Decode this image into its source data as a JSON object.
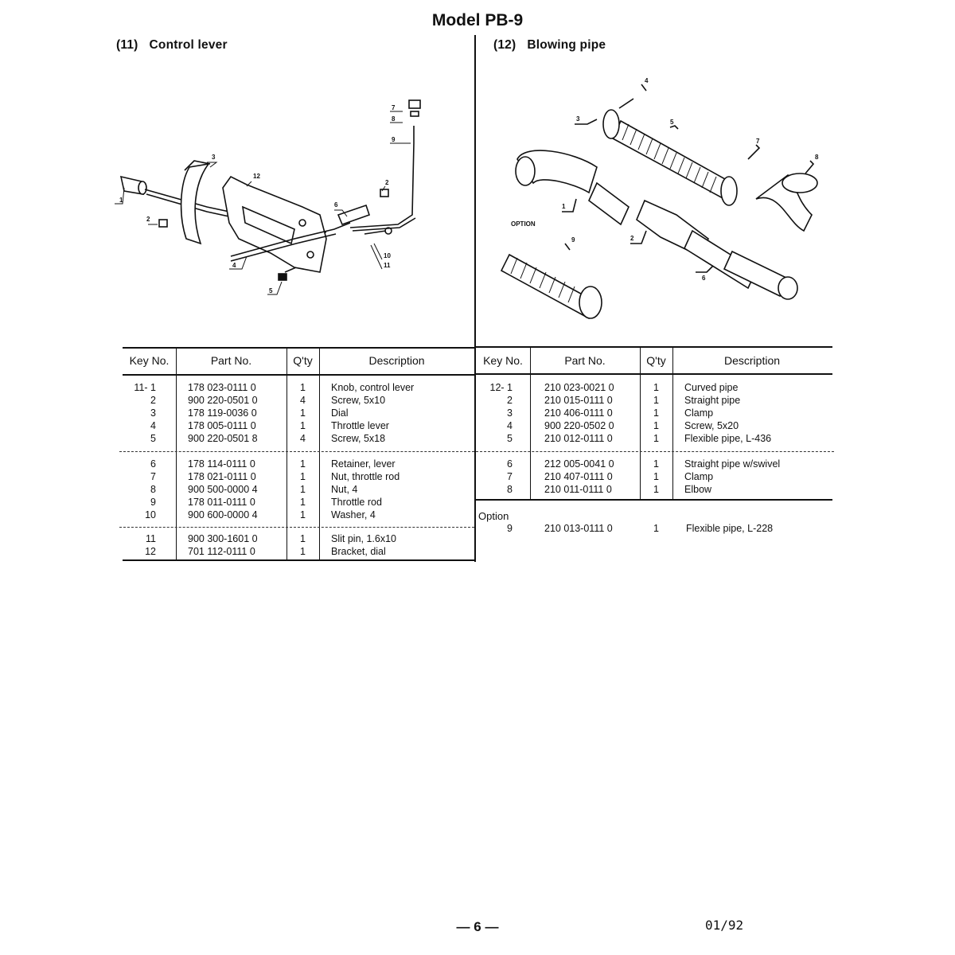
{
  "page": {
    "title": "Model PB-9",
    "page_number": "— 6 —",
    "date": "01/92"
  },
  "left": {
    "section_number": "(11)",
    "section_title": "Control lever",
    "callouts": [
      "1",
      "2",
      "3",
      "4",
      "5",
      "6",
      "7",
      "8",
      "9",
      "10",
      "11",
      "12"
    ],
    "headers": {
      "key": "Key No.",
      "part": "Part No.",
      "qty": "Q'ty",
      "desc": "Description"
    },
    "groups": [
      {
        "rows": [
          {
            "key": "11-  1",
            "part": "178 023-0111 0",
            "qty": "1",
            "desc": "Knob, control lever"
          },
          {
            "key": "2",
            "part": "900 220-0501 0",
            "qty": "4",
            "desc": "Screw,  5x10"
          },
          {
            "key": "3",
            "part": "178 119-0036 0",
            "qty": "1",
            "desc": "Dial"
          },
          {
            "key": "4",
            "part": "178 005-0111 0",
            "qty": "1",
            "desc": "Throttle lever"
          },
          {
            "key": "5",
            "part": "900 220-0501 8",
            "qty": "4",
            "desc": "Screw,  5x18"
          }
        ]
      },
      {
        "rows": [
          {
            "key": "6",
            "part": "178 114-0111 0",
            "qty": "1",
            "desc": "Retainer, lever"
          },
          {
            "key": "7",
            "part": "178 021-0111 0",
            "qty": "1",
            "desc": "Nut, throttle rod"
          },
          {
            "key": "8",
            "part": "900 500-0000 4",
            "qty": "1",
            "desc": "Nut,  4"
          },
          {
            "key": "9",
            "part": "178 011-0111 0",
            "qty": "1",
            "desc": "Throttle rod"
          },
          {
            "key": "10",
            "part": "900 600-0000 4",
            "qty": "1",
            "desc": "Washer,  4"
          }
        ]
      },
      {
        "rows": [
          {
            "key": "11",
            "part": "900 300-1601 0",
            "qty": "1",
            "desc": "Slit pin,  1.6x10"
          },
          {
            "key": "12",
            "part": "701 112-0111 0",
            "qty": "1",
            "desc": "Bracket, dial"
          }
        ]
      }
    ]
  },
  "right": {
    "section_number": "(12)",
    "section_title": "Blowing pipe",
    "option_tag": "OPTION",
    "callouts": [
      "1",
      "2",
      "3",
      "4",
      "5",
      "6",
      "7",
      "8",
      "9"
    ],
    "headers": {
      "key": "Key No.",
      "part": "Part No.",
      "qty": "Q'ty",
      "desc": "Description"
    },
    "groups": [
      {
        "rows": [
          {
            "key": "12-  1",
            "part": "210 023-0021 0",
            "qty": "1",
            "desc": "Curved pipe"
          },
          {
            "key": "2",
            "part": "210 015-0111 0",
            "qty": "1",
            "desc": "Straight pipe"
          },
          {
            "key": "3",
            "part": "210 406-0111 0",
            "qty": "1",
            "desc": "Clamp"
          },
          {
            "key": "4",
            "part": "900 220-0502 0",
            "qty": "1",
            "desc": "Screw,  5x20"
          },
          {
            "key": "5",
            "part": "210 012-0111 0",
            "qty": "1",
            "desc": "Flexible pipe,  L-436"
          }
        ]
      },
      {
        "rows": [
          {
            "key": "6",
            "part": "212 005-0041 0",
            "qty": "1",
            "desc": "Straight pipe w/swivel"
          },
          {
            "key": "7",
            "part": "210 407-0111 0",
            "qty": "1",
            "desc": "Clamp"
          },
          {
            "key": "8",
            "part": "210 011-0111 0",
            "qty": "1",
            "desc": "Elbow"
          }
        ]
      }
    ],
    "option": {
      "label": "Option",
      "rows": [
        {
          "key": "9",
          "part": "210 013-0111 0",
          "qty": "1",
          "desc": "Flexible pipe,  L-228"
        }
      ]
    }
  }
}
